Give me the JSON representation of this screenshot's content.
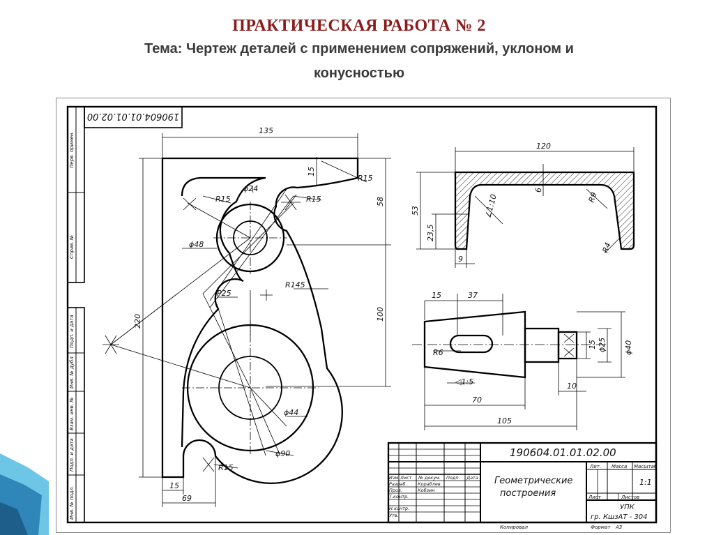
{
  "header": {
    "title": "ПРАКТИЧЕСКАЯ РАБОТА № 2",
    "subtitle_line1": "Тема: Чертеж деталей с применением сопряжений, уклоном и",
    "subtitle_line2": "конусностью"
  },
  "drawing": {
    "code_stamp": "190604.01.01.02.00",
    "left_strip_labels": [
      "Перв. примен.",
      "Справ. №",
      "Подп. и дата",
      "Инв. № дубл.",
      "Взам. инв. №",
      "Подп. и дата",
      "Инв. № подл."
    ],
    "bracket": {
      "dims": [
        "135",
        "15",
        "R15",
        "58",
        "ϕ24",
        "R15",
        "R15",
        "ϕ48",
        "P25",
        "R145",
        "100",
        "220",
        "ϕ44",
        "ϕ90",
        "R15",
        "15",
        "69"
      ]
    },
    "channel": {
      "dims": [
        "120",
        "6",
        "R9",
        "R4",
        "53",
        "23,5",
        "∠1:10",
        "9"
      ]
    },
    "shaft": {
      "dims": [
        "15",
        "37",
        "R6",
        "15",
        "ϕ25",
        "ϕ40",
        "◁1:5",
        "10",
        "70",
        "105"
      ]
    },
    "title_block": {
      "code": "190604.01.01.02.00",
      "name_line1": "Геометрические",
      "name_line2": "построения",
      "col_headers": [
        "Изм",
        "Лист",
        "№ докум.",
        "Подп.",
        "Дата"
      ],
      "rows": [
        {
          "role": "Разраб.",
          "name": "Кораблев"
        },
        {
          "role": "Пров.",
          "name": "Кобзин"
        },
        {
          "role": "Т.контр.",
          "name": ""
        },
        {
          "role": "Н.контр.",
          "name": ""
        },
        {
          "role": "Утв.",
          "name": ""
        }
      ],
      "lit_label": "Лит.",
      "mass_label": "Масса",
      "scale_label": "Масштаб",
      "scale_value": "1:1",
      "sheet_label": "Лист",
      "sheets_label": "Листов",
      "org_line1": "УПК",
      "org_line2": "гр. КшзАТ - 304",
      "copied_label": "Копировал",
      "format_label": "Формат",
      "format_value": "А3"
    }
  }
}
